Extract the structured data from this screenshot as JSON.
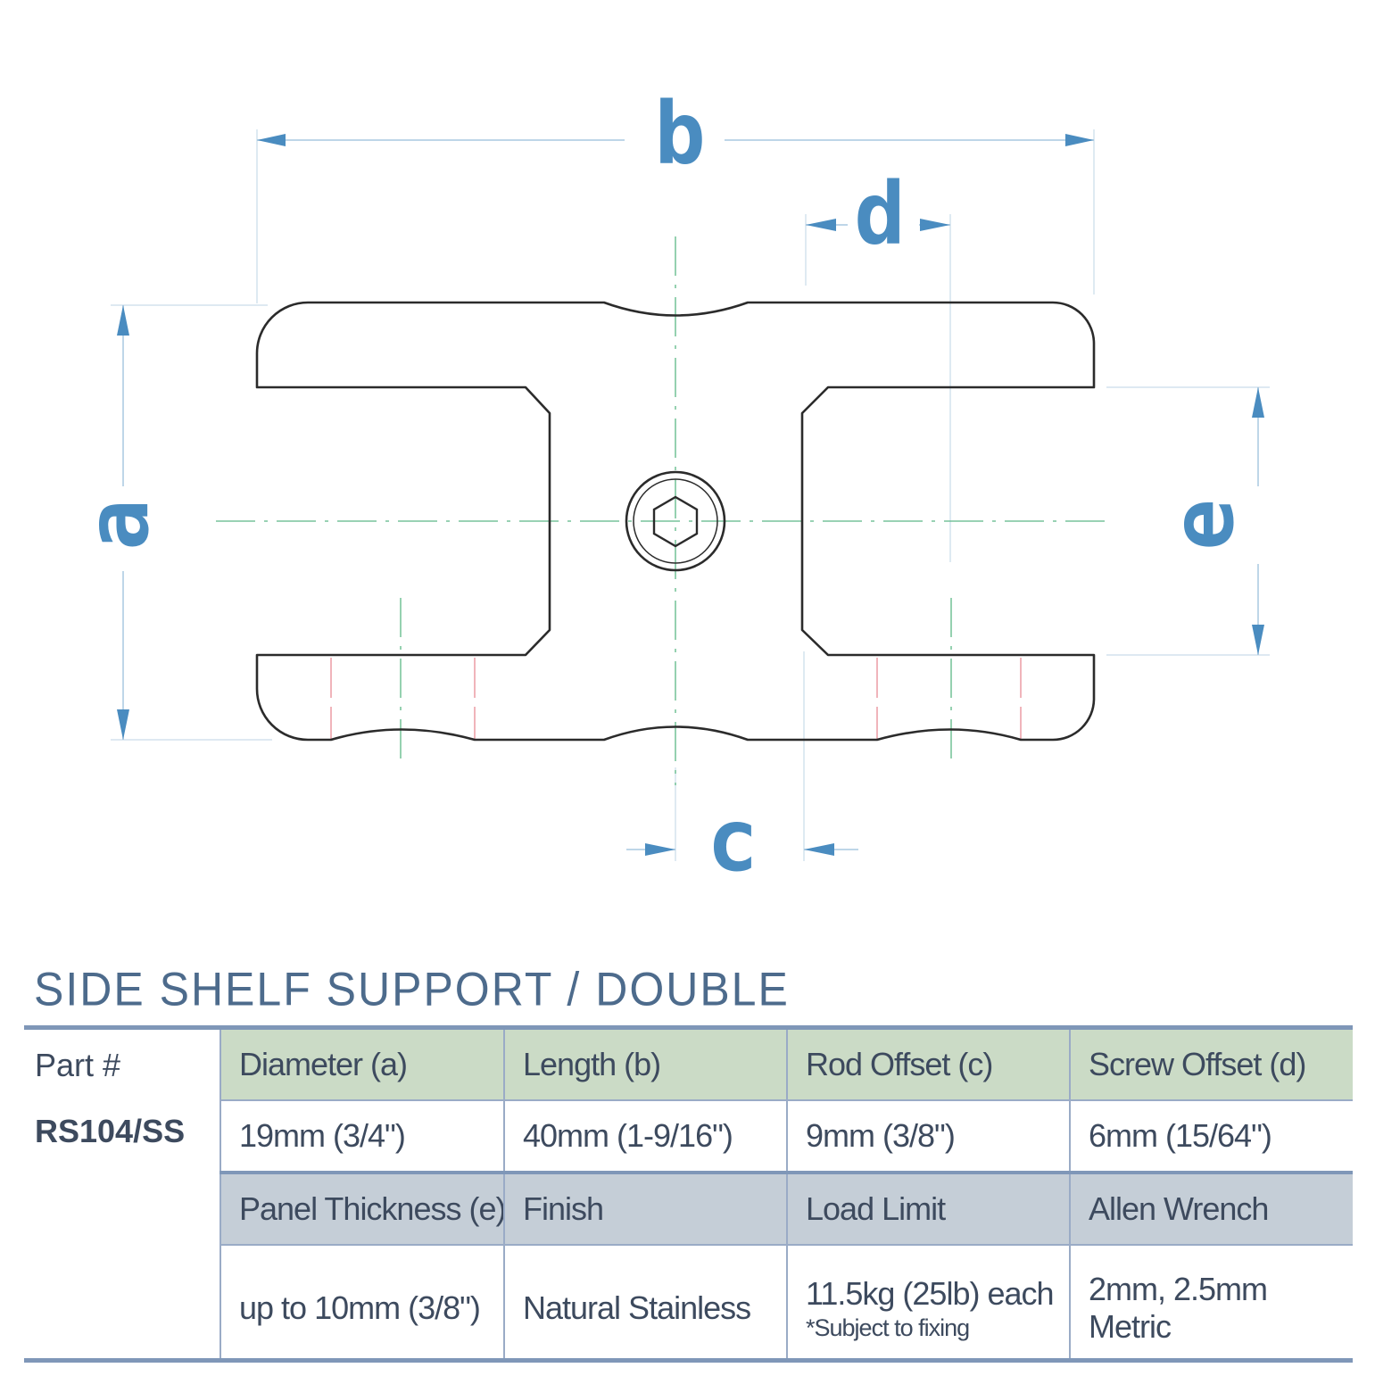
{
  "drawing": {
    "dimension_labels": {
      "a": "a",
      "b": "b",
      "c": "c",
      "d": "d",
      "e": "e"
    },
    "colors": {
      "outline": "#2b2b2b",
      "dimension": "#4a8cc0",
      "extension_line": "#c9dcea",
      "centerline": "#5cb886",
      "hidden_line": "#e88c96"
    }
  },
  "product": {
    "title": "SIDE SHELF SUPPORT / DOUBLE"
  },
  "table": {
    "part_label": "Part #",
    "part_number": "RS104/SS",
    "row1_headers": [
      "Diameter (a)",
      "Length (b)",
      "Rod Offset (c)",
      "Screw Offset (d)"
    ],
    "row1_values": [
      "19mm (3/4\")",
      "40mm (1-9/16\")",
      "9mm (3/8\")",
      "6mm (15/64\")"
    ],
    "row2_headers": [
      "Panel Thickness (e)",
      "Finish",
      "Load Limit",
      "Allen Wrench"
    ],
    "row2_values": [
      "up to 10mm (3/8\")",
      "Natural Stainless",
      "11.5kg (25lb) each",
      "2mm, 2.5mm"
    ],
    "row2_notes": [
      "",
      "",
      "*Subject to fixing",
      "Metric"
    ],
    "colors": {
      "header_green": "#cbdbc6",
      "header_grey": "#c5ced7",
      "rule": "#7f97b8",
      "text": "#3d4a5e",
      "title": "#4d6b8c"
    }
  }
}
